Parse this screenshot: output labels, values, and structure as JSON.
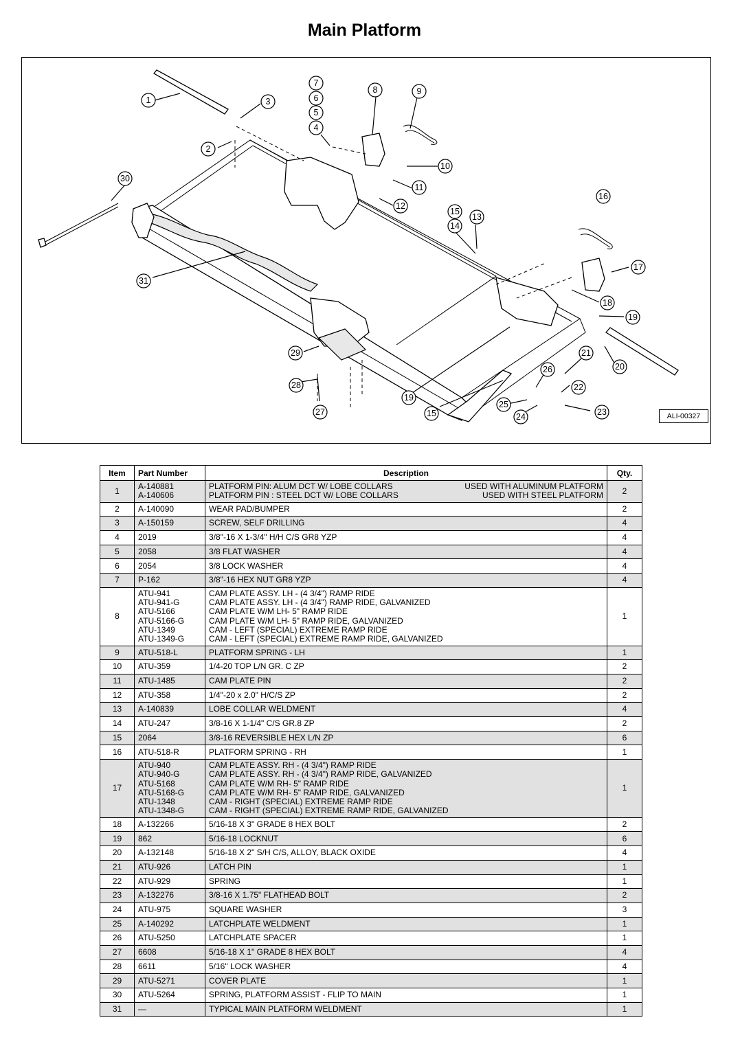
{
  "title": "Main Platform",
  "diagram": {
    "drawing_id": "ALI-00327",
    "callouts": [
      "1",
      "2",
      "3",
      "4",
      "5",
      "6",
      "7",
      "8",
      "9",
      "10",
      "11",
      "12",
      "13",
      "14",
      "15",
      "16",
      "17",
      "18",
      "19",
      "20",
      "21",
      "22",
      "23",
      "24",
      "25",
      "26",
      "27",
      "28",
      "29",
      "30",
      "31",
      "19",
      "15"
    ]
  },
  "table": {
    "headers": {
      "item": "Item",
      "part_number": "Part Number",
      "description": "Description",
      "qty": "Qty."
    },
    "rows": [
      {
        "item": "1",
        "parts": [
          "A-140881",
          "A-140606"
        ],
        "desc": [
          "PLATFORM PIN: ALUM DCT W/ LOBE COLLARS",
          "PLATFORM PIN : STEEL DCT W/ LOBE COLLARS"
        ],
        "note": [
          "USED WITH ALUMINUM PLATFORM",
          "USED WITH STEEL PLATFORM"
        ],
        "qty": "2"
      },
      {
        "item": "2",
        "parts": [
          "A-140090"
        ],
        "desc": [
          "WEAR PAD/BUMPER"
        ],
        "qty": "2"
      },
      {
        "item": "3",
        "parts": [
          "A-150159"
        ],
        "desc": [
          "SCREW, SELF DRILLING"
        ],
        "qty": "4"
      },
      {
        "item": "4",
        "parts": [
          "2019"
        ],
        "desc": [
          "3/8\"-16 X 1-3/4\" H/H C/S GR8 YZP"
        ],
        "qty": "4"
      },
      {
        "item": "5",
        "parts": [
          "2058"
        ],
        "desc": [
          "3/8 FLAT WASHER"
        ],
        "qty": "4"
      },
      {
        "item": "6",
        "parts": [
          "2054"
        ],
        "desc": [
          "3/8 LOCK WASHER"
        ],
        "qty": "4"
      },
      {
        "item": "7",
        "parts": [
          "P-162"
        ],
        "desc": [
          "3/8\"-16 HEX NUT GR8 YZP"
        ],
        "qty": "4"
      },
      {
        "item": "8",
        "parts": [
          "ATU-941",
          "ATU-941-G",
          "ATU-5166",
          "ATU-5166-G",
          "ATU-1349",
          "ATU-1349-G"
        ],
        "desc": [
          "CAM PLATE ASSY. LH - (4 3/4\") RAMP RIDE",
          "CAM PLATE ASSY. LH - (4 3/4\") RAMP RIDE, GALVANIZED",
          "CAM PLATE W/M LH- 5\" RAMP RIDE",
          "CAM PLATE W/M LH- 5\" RAMP RIDE, GALVANIZED",
          "CAM - LEFT (SPECIAL) EXTREME RAMP RIDE",
          "CAM - LEFT (SPECIAL) EXTREME RAMP RIDE, GALVANIZED"
        ],
        "qty": "1"
      },
      {
        "item": "9",
        "parts": [
          "ATU-518-L"
        ],
        "desc": [
          "PLATFORM SPRING - LH"
        ],
        "qty": "1"
      },
      {
        "item": "10",
        "parts": [
          "ATU-359"
        ],
        "desc": [
          "1/4-20 TOP L/N GR. C ZP"
        ],
        "qty": "2"
      },
      {
        "item": "11",
        "parts": [
          "ATU-1485"
        ],
        "desc": [
          "CAM PLATE PIN"
        ],
        "qty": "2"
      },
      {
        "item": "12",
        "parts": [
          "ATU-358"
        ],
        "desc": [
          "1/4\"-20 x 2.0\" H/C/S ZP"
        ],
        "qty": "2"
      },
      {
        "item": "13",
        "parts": [
          "A-140839"
        ],
        "desc": [
          "LOBE COLLAR WELDMENT"
        ],
        "qty": "4"
      },
      {
        "item": "14",
        "parts": [
          "ATU-247"
        ],
        "desc": [
          "3/8-16 X 1-1/4\" C/S GR.8 ZP"
        ],
        "qty": "2"
      },
      {
        "item": "15",
        "parts": [
          "2064"
        ],
        "desc": [
          "3/8-16 REVERSIBLE HEX L/N ZP"
        ],
        "qty": "6"
      },
      {
        "item": "16",
        "parts": [
          "ATU-518-R"
        ],
        "desc": [
          "PLATFORM SPRING - RH"
        ],
        "qty": "1"
      },
      {
        "item": "17",
        "parts": [
          "ATU-940",
          "ATU-940-G",
          "ATU-5168",
          "ATU-5168-G",
          "ATU-1348",
          "ATU-1348-G"
        ],
        "desc": [
          "CAM PLATE ASSY. RH - (4 3/4\") RAMP RIDE",
          "CAM PLATE ASSY. RH - (4 3/4\") RAMP RIDE, GALVANIZED",
          "CAM PLATE W/M RH- 5\" RAMP RIDE",
          "CAM PLATE W/M RH- 5\" RAMP RIDE, GALVANIZED",
          "CAM - RIGHT (SPECIAL) EXTREME RAMP RIDE",
          "CAM - RIGHT (SPECIAL) EXTREME RAMP RIDE, GALVANIZED"
        ],
        "qty": "1"
      },
      {
        "item": "18",
        "parts": [
          "A-132266"
        ],
        "desc": [
          "5/16-18 X 3\" GRADE 8 HEX BOLT"
        ],
        "qty": "2"
      },
      {
        "item": "19",
        "parts": [
          "862"
        ],
        "desc": [
          "5/16-18 LOCKNUT"
        ],
        "qty": "6"
      },
      {
        "item": "20",
        "parts": [
          "A-132148"
        ],
        "desc": [
          "5/16-18 X 2\" S/H C/S, ALLOY, BLACK OXIDE"
        ],
        "qty": "4"
      },
      {
        "item": "21",
        "parts": [
          "ATU-926"
        ],
        "desc": [
          "LATCH PIN"
        ],
        "qty": "1"
      },
      {
        "item": "22",
        "parts": [
          "ATU-929"
        ],
        "desc": [
          "SPRING"
        ],
        "qty": "1"
      },
      {
        "item": "23",
        "parts": [
          "A-132276"
        ],
        "desc": [
          "3/8-16 X 1.75\" FLATHEAD BOLT"
        ],
        "qty": "2"
      },
      {
        "item": "24",
        "parts": [
          "ATU-975"
        ],
        "desc": [
          "SQUARE WASHER"
        ],
        "qty": "3"
      },
      {
        "item": "25",
        "parts": [
          "A-140292"
        ],
        "desc": [
          "LATCHPLATE WELDMENT"
        ],
        "qty": "1"
      },
      {
        "item": "26",
        "parts": [
          "ATU-5250"
        ],
        "desc": [
          "LATCHPLATE SPACER"
        ],
        "qty": "1"
      },
      {
        "item": "27",
        "parts": [
          "6608"
        ],
        "desc": [
          "5/16-18 X 1\" GRADE 8 HEX BOLT"
        ],
        "qty": "4"
      },
      {
        "item": "28",
        "parts": [
          "6611"
        ],
        "desc": [
          "5/16\" LOCK WASHER"
        ],
        "qty": "4"
      },
      {
        "item": "29",
        "parts": [
          "ATU-5271"
        ],
        "desc": [
          "COVER PLATE"
        ],
        "qty": "1"
      },
      {
        "item": "30",
        "parts": [
          "ATU-5264"
        ],
        "desc": [
          "SPRING, PLATFORM ASSIST - FLIP TO  MAIN"
        ],
        "qty": "1"
      },
      {
        "item": "31",
        "parts": [
          "—"
        ],
        "desc": [
          "TYPICAL MAIN PLATFORM WELDMENT"
        ],
        "qty": "1"
      }
    ]
  }
}
